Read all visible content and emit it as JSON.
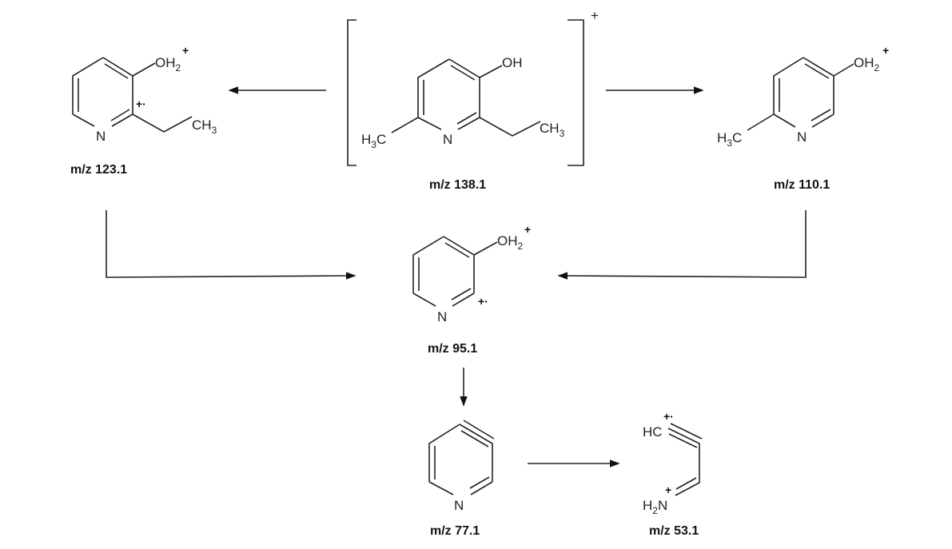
{
  "title": "Fragmentation pathway",
  "molecules": {
    "parent": {
      "mz": "m/z 138.1",
      "oh": "OH",
      "ch3": "CH3",
      "h3c": "H3C",
      "n": "N",
      "charge": "+"
    },
    "frag123": {
      "mz": "m/z 123.1",
      "oh2": "OH2",
      "charge": "+",
      "radical": "+·",
      "ch3": "CH3",
      "n": "N"
    },
    "frag110": {
      "mz": "m/z 110.1",
      "oh2": "OH2",
      "charge": "+",
      "h3c": "H3C",
      "n": "N"
    },
    "frag95": {
      "mz": "m/z 95.1",
      "oh2": "OH2",
      "charge": "+",
      "radical": "+·",
      "n": "N"
    },
    "frag77": {
      "mz": "m/z 77.1",
      "n": "N"
    },
    "frag53": {
      "mz": "m/z 53.1",
      "hc": "HC",
      "radical": "+·",
      "h2n": "H2N",
      "charge": "+"
    }
  }
}
